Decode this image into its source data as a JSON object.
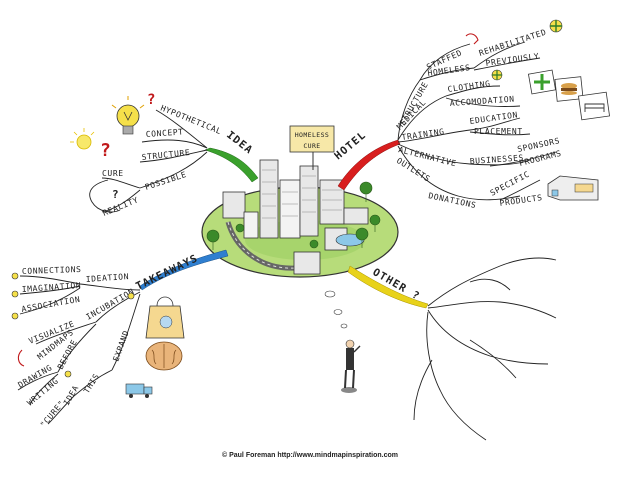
{
  "center": {
    "sign_lines": [
      "HOMELESS",
      "CURE"
    ]
  },
  "branches": {
    "idea": {
      "label": "IDEA",
      "children": [
        "HYPOTHETICAL",
        "CONCEPT",
        "STRUCTURE",
        "POSSIBLE",
        "CURE",
        "REALITY"
      ],
      "question_mark": "?"
    },
    "hotel": {
      "label": "HOTEL",
      "children": [
        "STRUCTURE",
        "STAFFED",
        "HOMELESS",
        "REHABILITATED",
        "PREVIOUSLY",
        "MEDICAL",
        "CLOTHING",
        "ACCOMODATION",
        "TRAINING",
        "EDUCATION",
        "PLACEMENT",
        "ALTERNATIVE",
        "BUSINESSES",
        "SPONSORS",
        "PROGRAMS",
        "OUTLETS",
        "DONATIONS",
        "SPECIFIC",
        "PRODUCTS"
      ]
    },
    "takeaways": {
      "label": "TAKEAWAYS",
      "children": [
        "IDEATION",
        "CONNECTIONS",
        "IMAGINATION",
        "ASSOCIATION",
        "INCUBATION",
        "VISUALIZE",
        "MINDMAPS",
        "DRAWING",
        "WRITING",
        "BEFORE",
        "EXPAND",
        "THIS",
        "IDEA",
        "\"CURE\""
      ]
    },
    "other": {
      "label": "OTHER ?"
    }
  },
  "credit": "© Paul Foreman http://www.mindmapinspiration.com",
  "colors": {
    "idea_branch": "#3aa02c",
    "hotel_branch": "#d81e1e",
    "takeaways_branch": "#2f7fd0",
    "other_branch": "#e8d21a",
    "island": "#b7dc7a",
    "bulb": "#f5e04a"
  },
  "icons": [
    "lightbulb-icon",
    "sun-icon",
    "first-aid-icon",
    "burger-icon",
    "bed-icon",
    "globe-icon",
    "shopping-bag-icon",
    "brain-icon",
    "truck-icon",
    "thinker-icon"
  ]
}
